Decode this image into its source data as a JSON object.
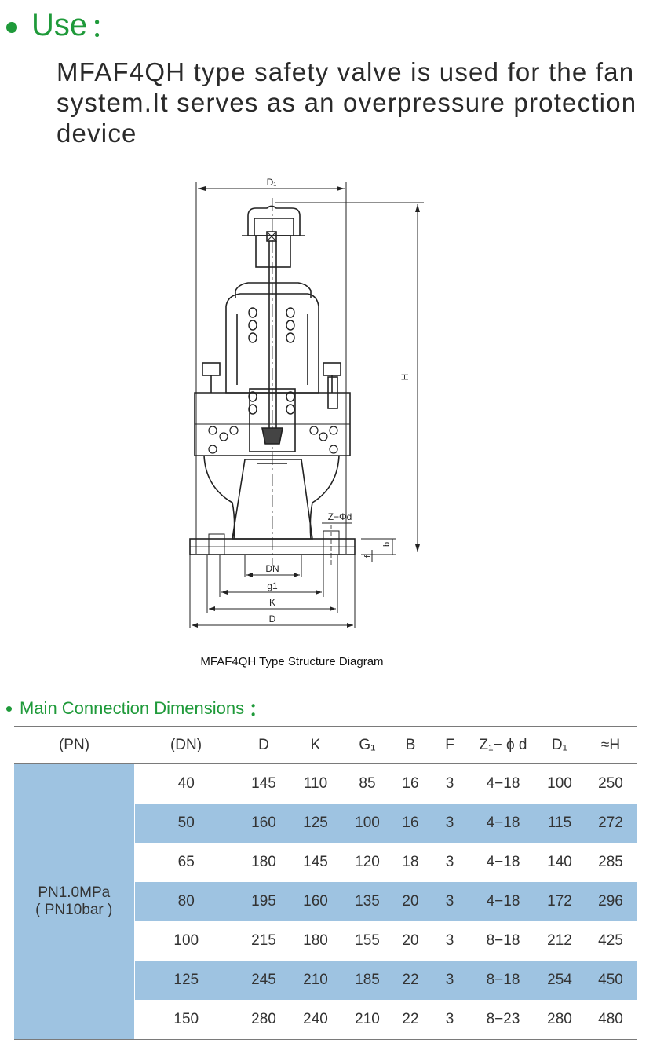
{
  "use": {
    "heading": "Use",
    "colon": "：",
    "text": "MFAF4QH type safety valve is used for the fan system.It serves as an overpressure protection device"
  },
  "diagram": {
    "caption": "MFAF4QH Type Structure Diagram",
    "labels": {
      "d1": "D₁",
      "h": "H",
      "z_phi_d": "Z−Φd",
      "b": "b",
      "f": "f",
      "dn": "DN",
      "g1": "g1",
      "k": "K",
      "d": "D"
    }
  },
  "dimensions": {
    "heading": "Main Connection Dimensions",
    "colon": "：",
    "headers": [
      "(PN)",
      "(DN)",
      "D",
      "K",
      "G₁",
      "B",
      "F",
      "Z₁− ϕ d",
      "D₁",
      "≈H"
    ],
    "pn_label_1": "PN1.0MPa",
    "pn_label_2": "( PN10bar )",
    "rows": [
      [
        "40",
        "145",
        "110",
        "85",
        "16",
        "3",
        "4−18",
        "100",
        "250"
      ],
      [
        "50",
        "160",
        "125",
        "100",
        "16",
        "3",
        "4−18",
        "115",
        "272"
      ],
      [
        "65",
        "180",
        "145",
        "120",
        "18",
        "3",
        "4−18",
        "140",
        "285"
      ],
      [
        "80",
        "195",
        "160",
        "135",
        "20",
        "3",
        "4−18",
        "172",
        "296"
      ],
      [
        "100",
        "215",
        "180",
        "155",
        "20",
        "3",
        "8−18",
        "212",
        "425"
      ],
      [
        "125",
        "245",
        "210",
        "185",
        "22",
        "3",
        "8−18",
        "254",
        "450"
      ],
      [
        "150",
        "280",
        "240",
        "210",
        "22",
        "3",
        "8−23",
        "280",
        "480"
      ]
    ]
  },
  "colors": {
    "accent_green": "#1f9a3a",
    "table_shade_blue": "#9ec3e1"
  }
}
